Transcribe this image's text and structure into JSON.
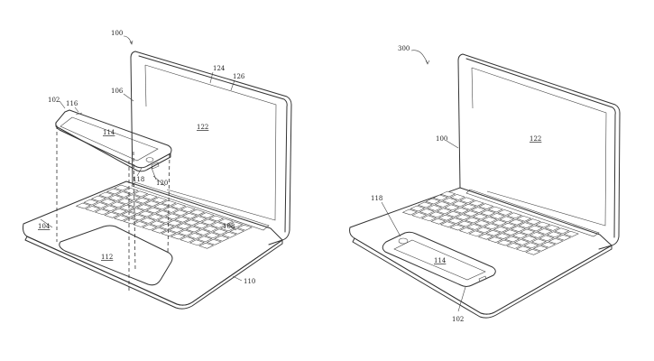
{
  "figure_left": {
    "ref": "100",
    "labels": {
      "phone": "102",
      "base": "104",
      "lid": "106",
      "keyboard": "108",
      "base_edge": "110",
      "recess": "112",
      "phone_screen": "114",
      "phone_top": "116",
      "port": "118",
      "connector": "120",
      "display": "122",
      "lid_top": "124",
      "lid_edge": "126"
    }
  },
  "figure_right": {
    "ref": "300",
    "labels": {
      "laptop": "100",
      "display": "122",
      "port": "118",
      "phone_screen": "114",
      "phone": "102"
    }
  }
}
